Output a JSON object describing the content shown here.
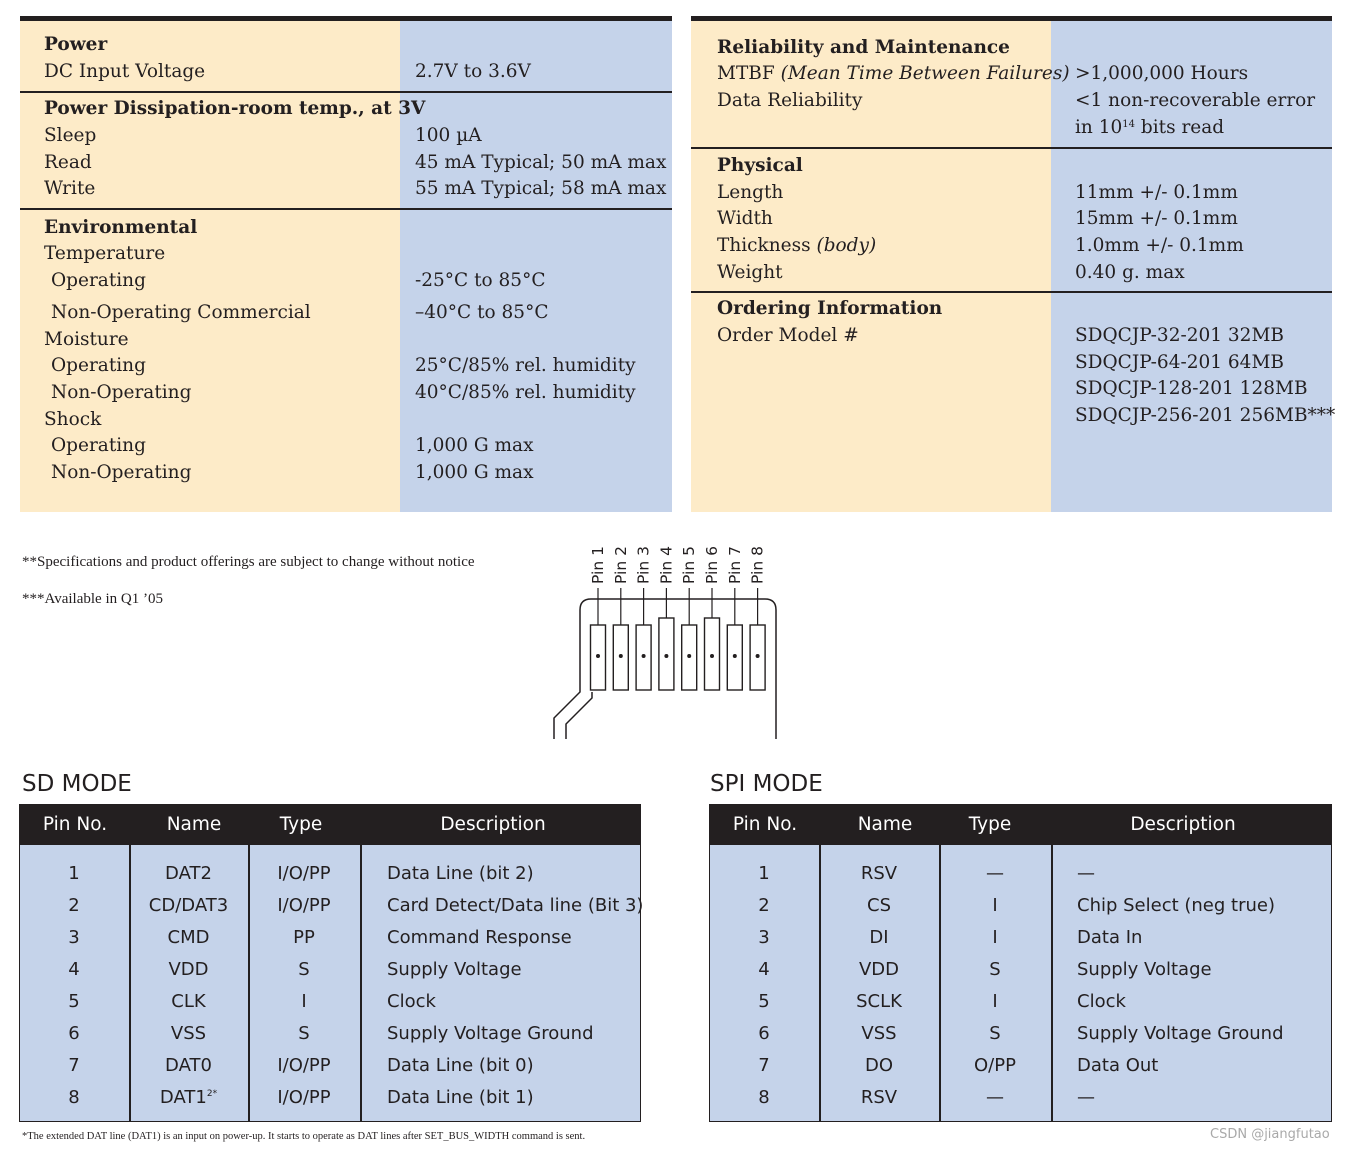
{
  "spec_left": {
    "power": {
      "heading": "Power",
      "rows": [
        {
          "label": "DC Input Voltage",
          "value": "2.7V to 3.6V"
        }
      ]
    },
    "dissipation": {
      "heading": "Power Dissipation-room temp., at 3V",
      "rows": [
        {
          "label": "Sleep",
          "value": "100 µA"
        },
        {
          "label": "Read",
          "value": "45 mA Typical; 50 mA max"
        },
        {
          "label": "Write",
          "value": "55 mA Typical; 58 mA max"
        }
      ]
    },
    "environmental": {
      "heading": "Environmental",
      "temperature": "Temperature",
      "temp_operating": {
        "label": "Operating",
        "value": "-25°C to 85°C"
      },
      "temp_nonop": {
        "label": "Non-Operating Commercial",
        "value": "–40°C to 85°C"
      },
      "moisture": "Moisture",
      "moist_operating": {
        "label": "Operating",
        "value": "25°C/85% rel. humidity"
      },
      "moist_nonop": {
        "label": "Non-Operating",
        "value": "40°C/85% rel. humidity"
      },
      "shock": "Shock",
      "shock_operating": {
        "label": "Operating",
        "value": "1,000 G max"
      },
      "shock_nonop": {
        "label": "Non-Operating",
        "value": "1,000 G max"
      }
    }
  },
  "spec_right": {
    "reliability": {
      "heading": "Reliability and Maintenance",
      "mtbf_label": "MTBF",
      "mtbf_italic": "(Mean Time Between Failures)",
      "data_reliability_label": "Data Reliability",
      "mtbf_value": ">1,000,000 Hours",
      "reliability_value_1": "<1 non-recoverable error",
      "reliability_value_2_pre": "in 10",
      "reliability_value_2_sup": "14",
      "reliability_value_2_post": " bits read"
    },
    "physical": {
      "heading": "Physical",
      "length": {
        "label": "Length",
        "value": "11mm +/- 0.1mm"
      },
      "width": {
        "label": "Width",
        "value": "15mm +/- 0.1mm"
      },
      "thickness": {
        "label": "Thickness",
        "label_italic": "(body)",
        "value": "1.0mm +/- 0.1mm"
      },
      "weight": {
        "label": "Weight",
        "value": "0.40 g. max"
      }
    },
    "ordering": {
      "heading": "Ordering Information",
      "label": "Order Model #",
      "models": [
        "SDQCJP-32-201 32MB",
        "SDQCJP-64-201 64MB",
        "SDQCJP-128-201 128MB",
        "SDQCJP-256-201 256MB***"
      ]
    }
  },
  "notes": {
    "note_1": "**Specifications and product offerings are subject to change without notice",
    "note_2": "***Available in Q1 ’05"
  },
  "pin_labels": [
    "Pin 1",
    "Pin 2",
    "Pin 3",
    "Pin 4",
    "Pin 5",
    "Pin 6",
    "Pin 7",
    "Pin 8"
  ],
  "sd_mode": {
    "title": "SD MODE",
    "headers": [
      "Pin No.",
      "Name",
      "Type",
      "Description"
    ],
    "rows": [
      [
        "1",
        "DAT2",
        "I/O/PP",
        "Data Line (bit 2)"
      ],
      [
        "2",
        "CD/DAT3",
        "I/O/PP",
        "Card Detect/Data line (Bit 3)"
      ],
      [
        "3",
        "CMD",
        "PP",
        "Command Response"
      ],
      [
        "4",
        "VDD",
        "S",
        "Supply Voltage"
      ],
      [
        "5",
        "CLK",
        "I",
        "Clock"
      ],
      [
        "6",
        "VSS",
        "S",
        "Supply Voltage Ground"
      ],
      [
        "7",
        "DAT0",
        "I/O/PP",
        "Data Line (bit 0)"
      ],
      [
        "8",
        "DAT1",
        "I/O/PP",
        "Data Line (bit 1)"
      ]
    ],
    "dat1_sup": "2*"
  },
  "spi_mode": {
    "title": "SPI MODE",
    "headers": [
      "Pin No.",
      "Name",
      "Type",
      "Description"
    ],
    "rows": [
      [
        "1",
        "RSV",
        "—",
        "—"
      ],
      [
        "2",
        "CS",
        "I",
        "Chip Select (neg true)"
      ],
      [
        "3",
        "DI",
        "I",
        "Data In"
      ],
      [
        "4",
        "VDD",
        "S",
        "Supply Voltage"
      ],
      [
        "5",
        "SCLK",
        "I",
        "Clock"
      ],
      [
        "6",
        "VSS",
        "S",
        "Supply Voltage Ground"
      ],
      [
        "7",
        "DO",
        "O/PP",
        "Data Out"
      ],
      [
        "8",
        "RSV",
        "—",
        "—"
      ]
    ]
  },
  "footnote": "*The extended DAT line (DAT1) is an input on power-up. It starts to operate as DAT lines after SET_BUS_WIDTH command is sent.",
  "watermark": "CSDN @jiangfutao",
  "colors": {
    "label_bg": "#fdebc8",
    "value_bg": "#c5d3ea",
    "rule": "#231f20"
  }
}
